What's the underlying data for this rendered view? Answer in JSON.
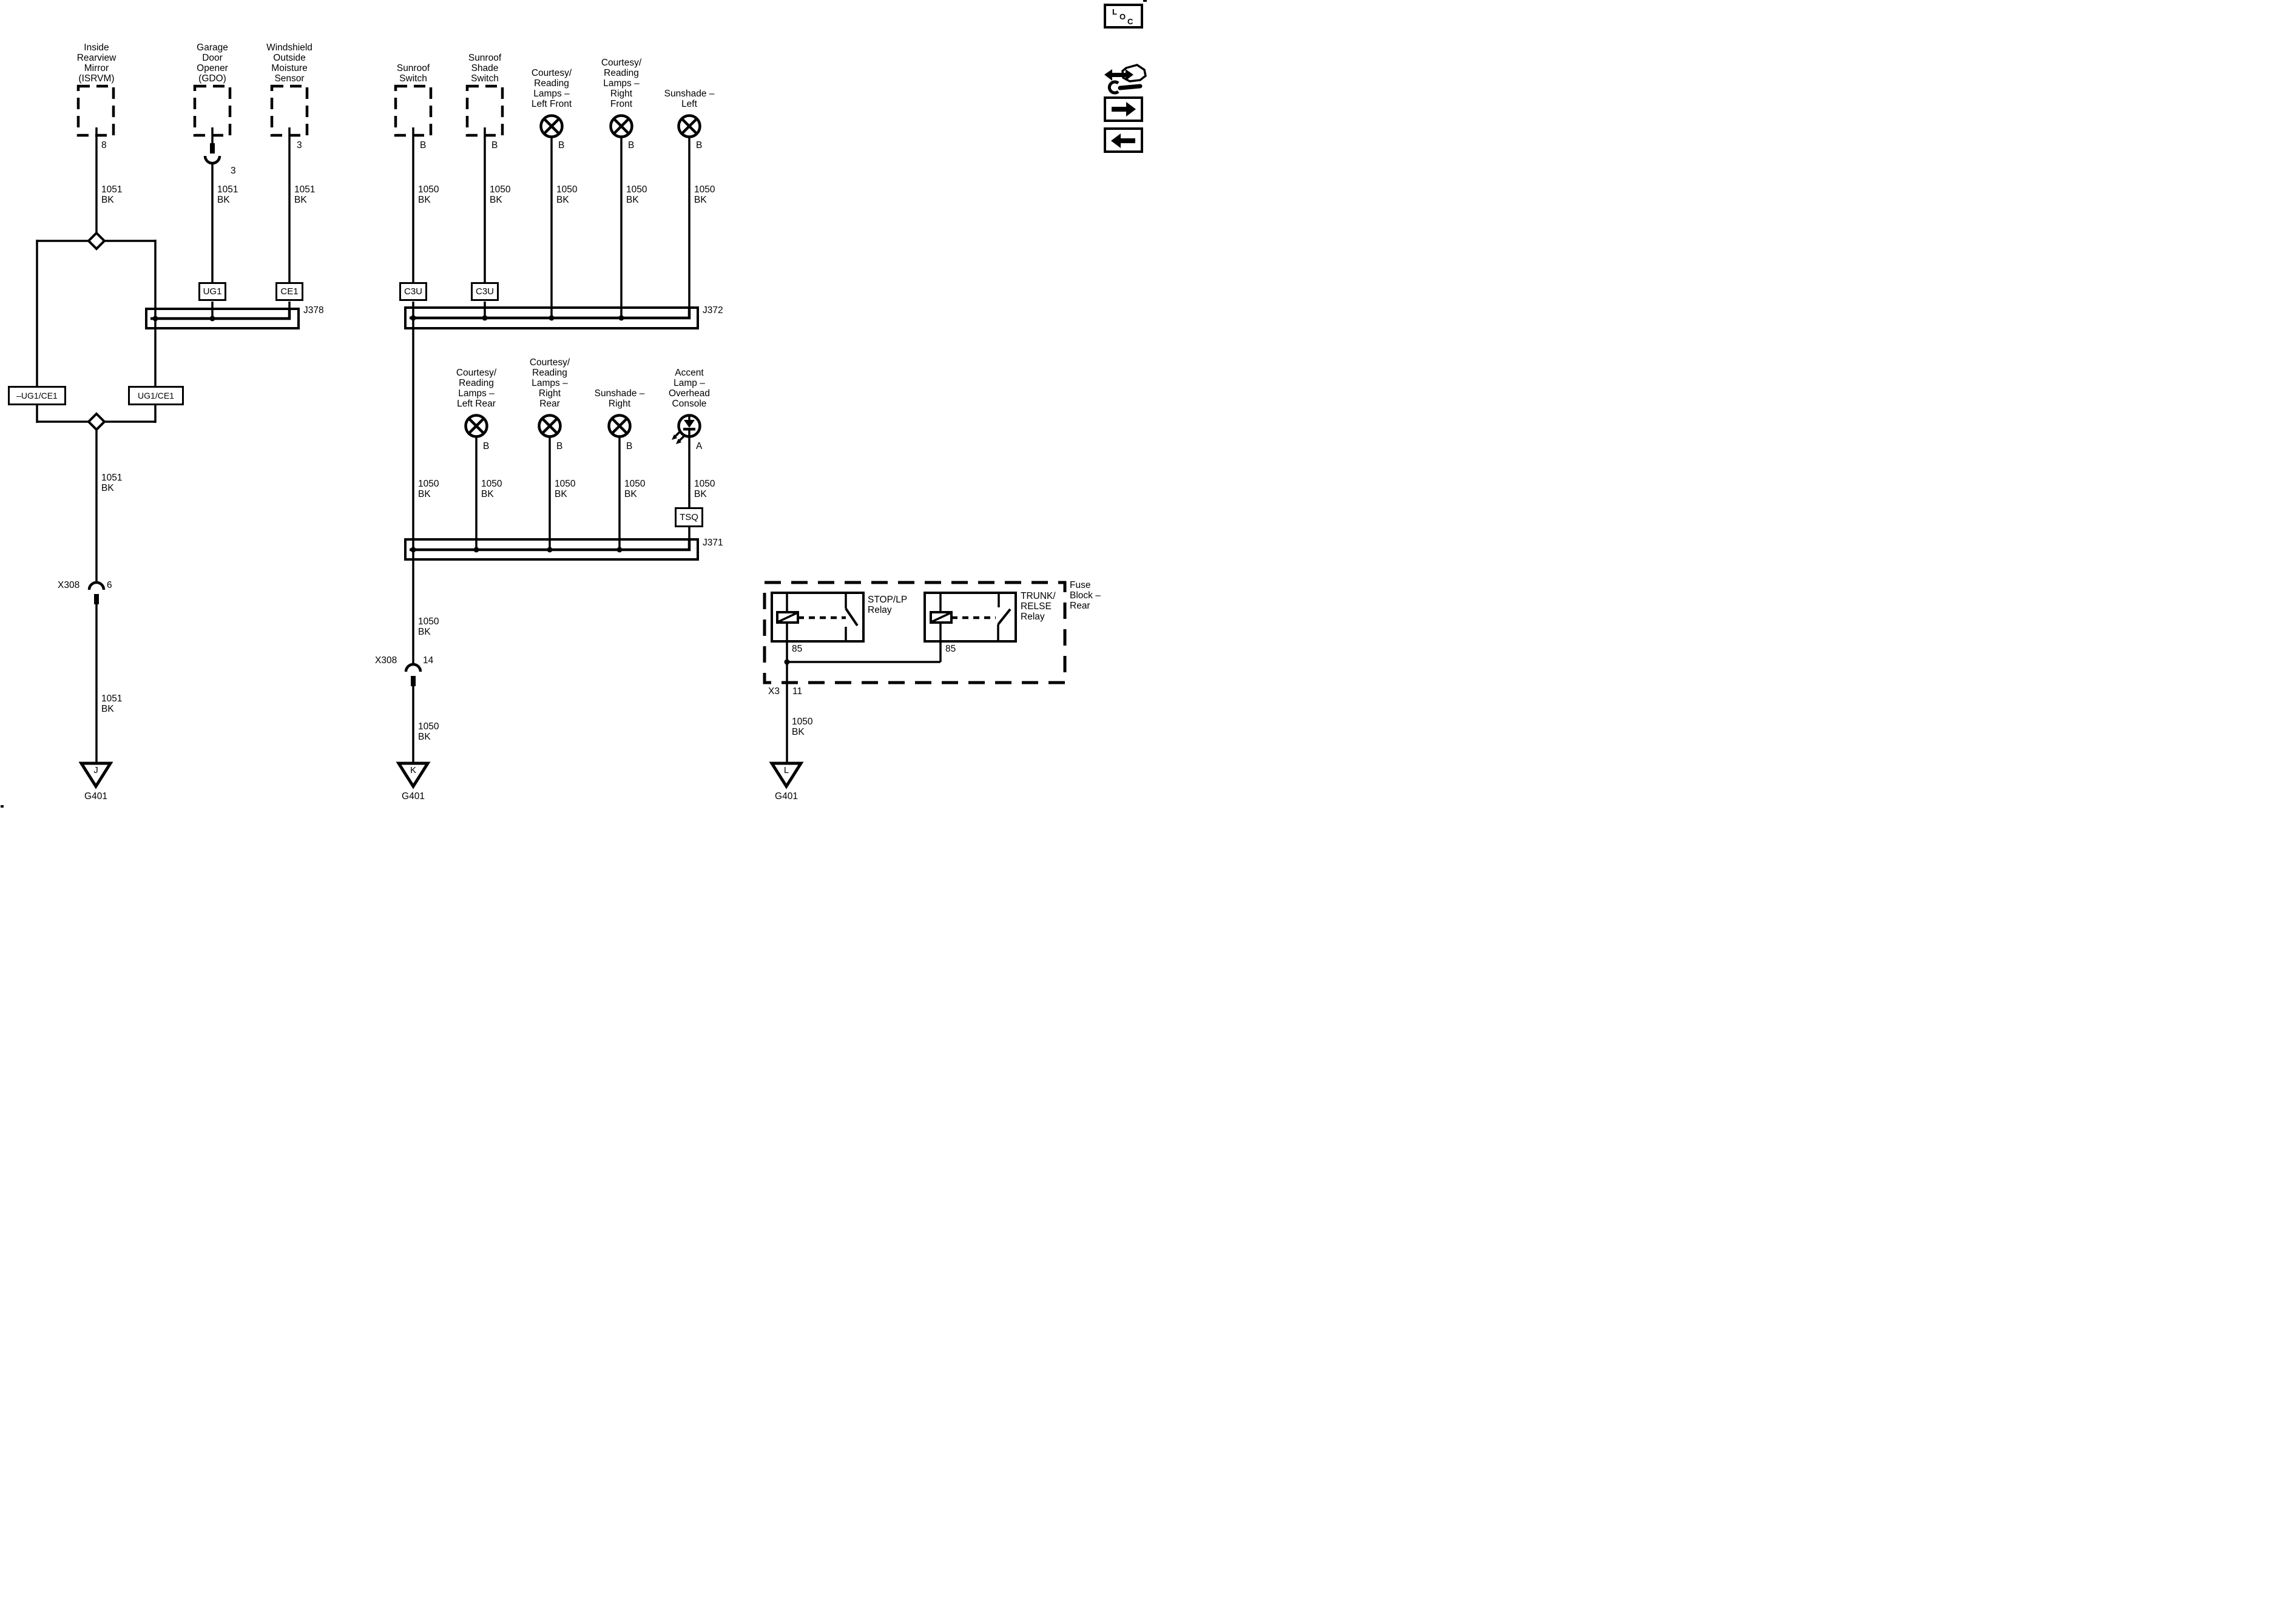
{
  "components": {
    "isrvm": {
      "label": "Inside\nRearview\nMirror\n(ISRVM)",
      "pin": "8"
    },
    "gdo": {
      "label": "Garage\nDoor\nOpener\n(GDO)",
      "pin": "3"
    },
    "moisture_sensor": {
      "label": "Windshield\nOutside\nMoisture\nSensor",
      "pin": "3"
    },
    "sunroof_switch": {
      "label": "Sunroof\nSwitch",
      "pin": "B"
    },
    "sunroof_shade_switch": {
      "label": "Sunroof\nShade\nSwitch",
      "pin": "B"
    },
    "courtesy_lamp_left_front": {
      "label": "Courtesy/\nReading\nLamps –\nLeft Front",
      "pin": "B"
    },
    "courtesy_lamp_right_front": {
      "label": "Courtesy/\nReading\nLamps –\nRight\nFront",
      "pin": "B"
    },
    "sunshade_left": {
      "label": "Sunshade –\nLeft",
      "pin": "B"
    },
    "courtesy_lamp_left_rear": {
      "label": "Courtesy/\nReading\nLamps –\nLeft Rear",
      "pin": "B"
    },
    "courtesy_lamp_right_rear": {
      "label": "Courtesy/\nReading\nLamps –\nRight\nRear",
      "pin": "B"
    },
    "sunshade_right": {
      "label": "Sunshade –\nRight",
      "pin": "B"
    },
    "accent_lamp": {
      "label": "Accent\nLamp –\nOverhead\nConsole",
      "pin": "A"
    }
  },
  "wire_labels": {
    "bk_1051": "1051\nBK",
    "bk_1050": "1050\nBK"
  },
  "connectors": {
    "ug1": "UG1",
    "ce1": "CE1",
    "c3u": "C3U",
    "tsq": "TSQ",
    "ug1_ce1_neg": "–UG1/CE1",
    "ug1_ce1": "UG1/CE1",
    "x308": {
      "label": "X308",
      "pin_left": "6",
      "pin_mid": "14"
    },
    "x3": {
      "label": "X3",
      "pin": "11"
    }
  },
  "junction_blocks": {
    "j378": "J378",
    "j372": "J372",
    "j371": "J371"
  },
  "grounds": {
    "left_id": "J",
    "mid_id": "K",
    "right_id": "L",
    "name": "G401"
  },
  "fuse_block": {
    "label": "Fuse\nBlock –\nRear",
    "stop_lp_relay": "STOP/LP\nRelay",
    "trunk_relse_relay": "TRUNK/\nRELSE\nRelay",
    "pin_85": "85"
  },
  "nav_icons": {
    "loc_l": "L",
    "loc_o": "O",
    "loc_c": "C"
  }
}
